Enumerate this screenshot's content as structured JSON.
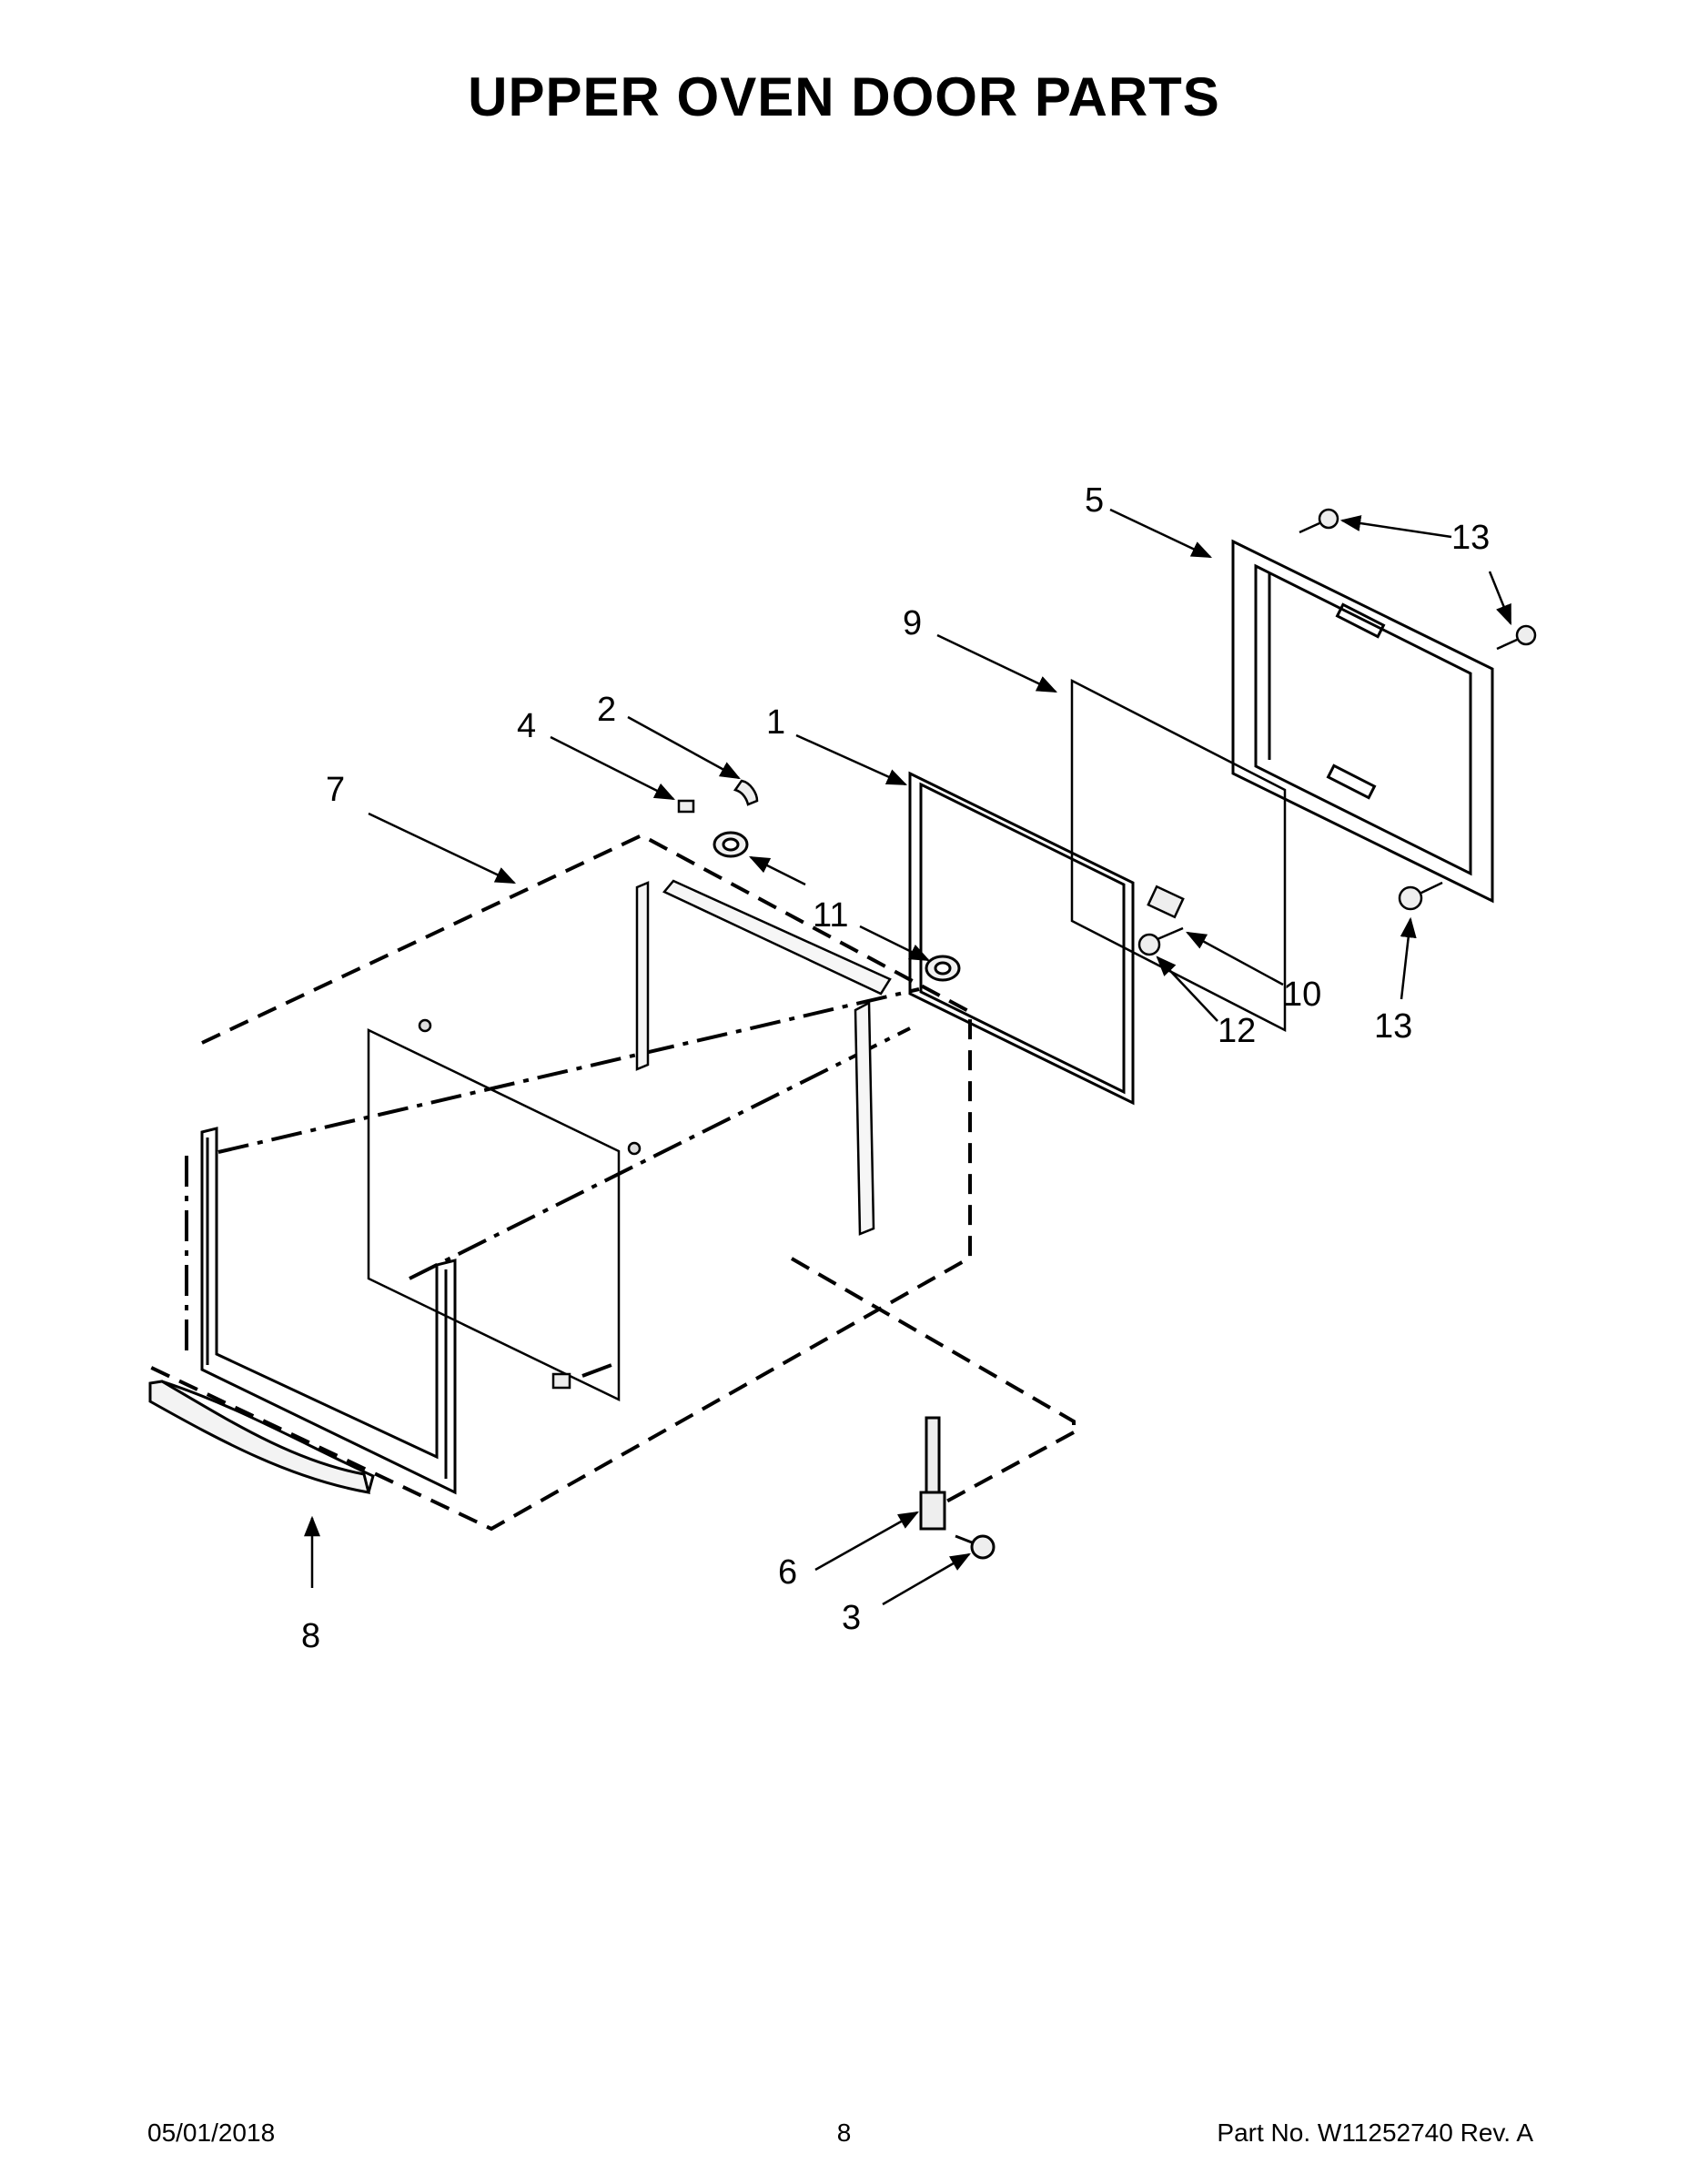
{
  "page": {
    "title": "UPPER OVEN DOOR PARTS"
  },
  "callouts": {
    "c1": "1",
    "c2": "2",
    "c3": "3",
    "c4": "4",
    "c5": "5",
    "c6": "6",
    "c7": "7",
    "c8": "8",
    "c9": "9",
    "c10": "10",
    "c11": "11",
    "c12": "12",
    "c13_top": "13",
    "c13_bottom": "13"
  },
  "footer": {
    "date": "05/01/2018",
    "page_number": "8",
    "part_number": "Part No.  W11252740  Rev.  A"
  }
}
